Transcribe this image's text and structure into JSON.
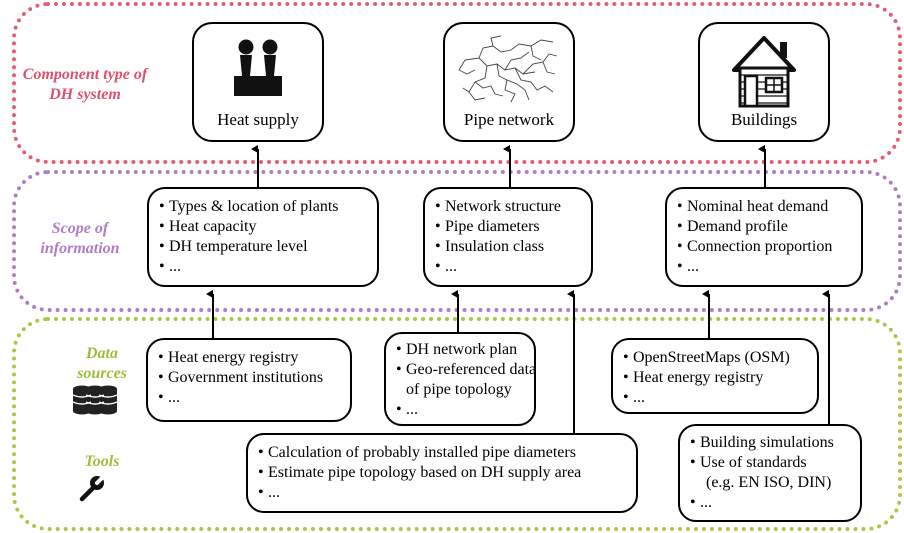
{
  "bands": {
    "component_label": "Component type of DH system",
    "scope_label": "Scope of information",
    "data_sources_label": "Data sources",
    "tools_label": "Tools"
  },
  "components": {
    "heat_supply": "Heat supply",
    "pipe_network": "Pipe network",
    "buildings": "Buildings"
  },
  "scope": {
    "heat_supply": [
      "Types & location of plants",
      "Heat capacity",
      "DH temperature level",
      "..."
    ],
    "pipe_network": [
      "Network structure",
      "Pipe diameters",
      "Insulation class",
      "..."
    ],
    "buildings": [
      "Nominal heat demand",
      "Demand profile",
      "Connection proportion",
      "..."
    ]
  },
  "data_sources": {
    "heat_supply": [
      "Heat energy registry",
      "Government institutions",
      "..."
    ],
    "pipe_network": [
      "DH network plan",
      "Geo-referenced data",
      "of pipe topology",
      "..."
    ],
    "buildings": [
      "OpenStreetMaps (OSM)",
      "Heat energy registry",
      "..."
    ]
  },
  "tools": {
    "pipe_network": [
      "Calculation of probably installed pipe diameters",
      "Estimate pipe topology based on DH supply area",
      "..."
    ],
    "buildings": [
      "Building simulations",
      "Use of standards",
      "(e.g. EN ISO, DIN)",
      "..."
    ]
  },
  "icons": {
    "heat_supply": "factory-icon",
    "pipe_network": "network-map-icon",
    "buildings": "house-icon",
    "data_sources": "database-icon",
    "tools": "wrench-icon"
  },
  "colors": {
    "component_band": "#e35d76",
    "scope_band": "#b07cc6",
    "data_band": "#a7c84a"
  }
}
